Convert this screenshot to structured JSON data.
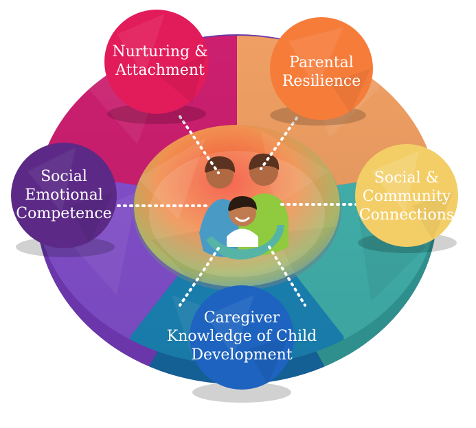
{
  "diagram": {
    "factors": [
      {
        "id": "nurturing",
        "lines": [
          "Nurturing &",
          "Attachment"
        ]
      },
      {
        "id": "resilience",
        "lines": [
          "Parental",
          "Resilience"
        ]
      },
      {
        "id": "social-emotional",
        "lines": [
          "Social",
          "Emotional",
          "Competence"
        ]
      },
      {
        "id": "community",
        "lines": [
          "Social &",
          "Community",
          "Connections"
        ]
      },
      {
        "id": "knowledge",
        "lines": [
          "Caregiver",
          "Knowledge of Child",
          "Development"
        ]
      }
    ],
    "colors": {
      "magenta": "#cc1f70",
      "orange": "#ef9f63",
      "purple": "#7f47c6",
      "teal": "#41b1ac",
      "blue": "#177fb0",
      "red_bubble": "#e21b5b",
      "orange_bubble": "#f67c3a",
      "purple_bubble": "#5c2a86",
      "yellow_bubble": "#f3ce67",
      "blue_bubble": "#1d63bf"
    }
  }
}
